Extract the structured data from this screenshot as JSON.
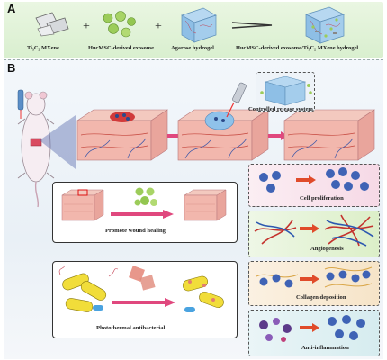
{
  "panels": {
    "a": "A",
    "b": "B"
  },
  "panel_a": {
    "labels": [
      "Ti₃C₂ MXene",
      "HucMSC-derived exosome",
      "Agarose hydrogel",
      "HucMSC-derived exosome/Ti₃C₂ MXene hydrogel"
    ],
    "operators": [
      "+",
      "+"
    ]
  },
  "panel_b": {
    "controlled_release": "Controlled release system",
    "promote_wound_healing": "Promote wound healing",
    "photothermal": "Photothermal antibacterial",
    "effects": [
      "Cell proliferation",
      "Angiogenesis",
      "Collagen deposition",
      "Anti-inflammation"
    ]
  },
  "colors": {
    "panel_a_bg": "#dcefd0",
    "effect_bgs": [
      "#f6d9e6",
      "#dcefc8",
      "#f6e4c8",
      "#d6ecef"
    ],
    "arrow": "#e0487e"
  }
}
